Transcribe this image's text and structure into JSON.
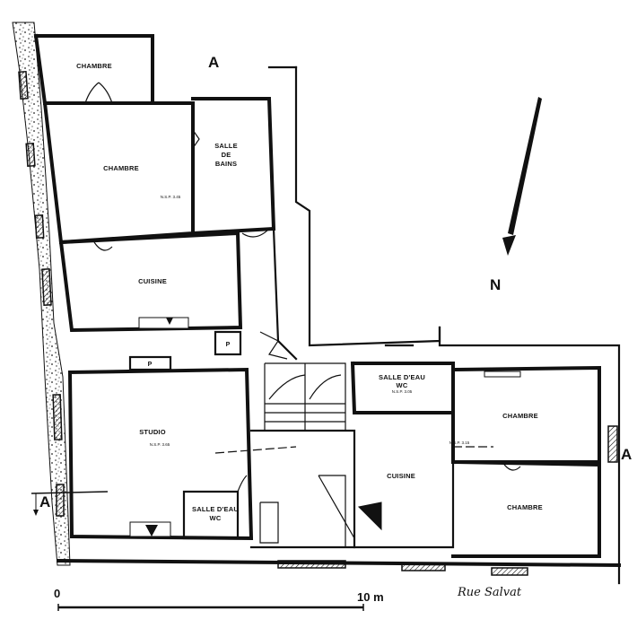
{
  "labels": {
    "section_a_top": "A",
    "section_a_left": "A",
    "section_a_right": "A",
    "north": "N",
    "street": "Rue Salvat",
    "scale_start": "0",
    "scale_end": "10 m"
  },
  "rooms": {
    "chambre_top": "CHAMBRE",
    "chambre_left": "CHAMBRE",
    "salle_de_bains": [
      "SALLE",
      "DE",
      "BAINS"
    ],
    "cuisine_left": "CUISINE",
    "studio": "STUDIO",
    "salle_deau_studio": [
      "SALLE D'EAU",
      "WC"
    ],
    "salle_deau_right": [
      "SALLE D'EAU",
      "WC"
    ],
    "chambre_right_top": "CHAMBRE",
    "cuisine_right": "CUISINE",
    "chambre_right_bottom": "CHAMBRE",
    "placard_p1": "P",
    "placard_p2": "P"
  },
  "annotations": {
    "nsp_chambre": "N.S.P. 3.45",
    "nsp_studio": "N.S.P. 3.65",
    "nsp_wc": "N.S.P. 3.05",
    "nsp_right": "N.S.P. 3.15"
  }
}
